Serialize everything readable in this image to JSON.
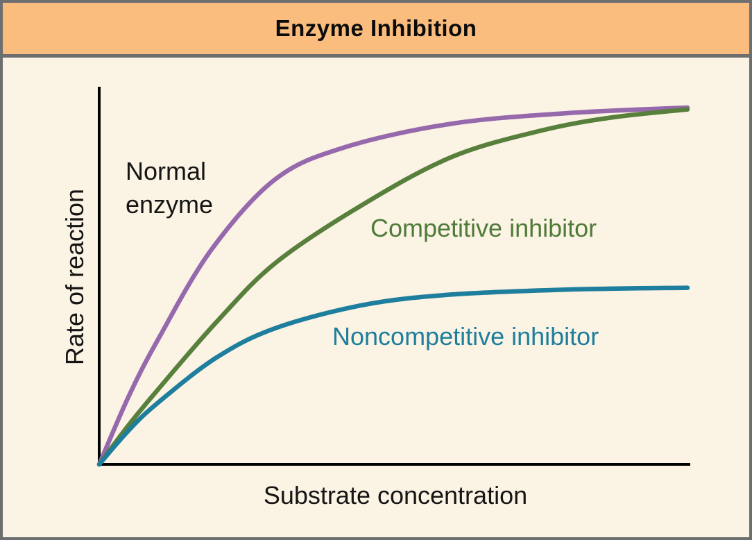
{
  "title": "Enzyme Inhibition",
  "colors": {
    "title_bar_background": "#FABD7D",
    "panel_background": "#FBF3E3",
    "frame_border": "#6D6E70",
    "axis": "#000000",
    "normal_enzyme_curve": "#9668AC",
    "competitive_curve": "#587F3C",
    "competitive_label": "#4F7B38",
    "noncompetitive_curve": "#1E7E9D",
    "noncompetitive_label": "#1E7E9D",
    "text": "#151515"
  },
  "labels": {
    "normal": "Normal enzyme",
    "competitive": "Competitive inhibitor",
    "noncompetitive": "Noncompetitive inhibitor",
    "xlabel": "Substrate concentration",
    "ylabel": "Rate of reaction"
  },
  "chart_data": {
    "type": "line",
    "title": "Enzyme Inhibition",
    "xlabel": "Substrate concentration",
    "ylabel": "Rate of reaction",
    "axis_ticks": "none (qualitative axes, no numeric scale shown)",
    "x_range_normalized": [
      0,
      1
    ],
    "y_range_normalized": [
      0,
      1
    ],
    "legend_position": "labels beside curves",
    "grid": false,
    "series": [
      {
        "name": "Normal enzyme",
        "color": "#9668AC",
        "label_color": "#151515",
        "plateau_fraction_of_vmax": 1.0,
        "points": [
          [
            0,
            0
          ],
          [
            0.05,
            0.19
          ],
          [
            0.1,
            0.35
          ],
          [
            0.19,
            0.6
          ],
          [
            0.3,
            0.8
          ],
          [
            0.42,
            0.89
          ],
          [
            0.6,
            0.955
          ],
          [
            0.8,
            0.985
          ],
          [
            1.0,
            1.0
          ]
        ]
      },
      {
        "name": "Competitive inhibitor",
        "color": "#587F3C",
        "label_color": "#4F7B38",
        "plateau_fraction_of_vmax": 0.995,
        "points": [
          [
            0,
            0
          ],
          [
            0.05,
            0.11
          ],
          [
            0.1,
            0.21
          ],
          [
            0.2,
            0.4
          ],
          [
            0.3,
            0.565
          ],
          [
            0.45,
            0.73
          ],
          [
            0.6,
            0.862
          ],
          [
            0.75,
            0.935
          ],
          [
            0.87,
            0.972
          ],
          [
            1.0,
            0.995
          ]
        ]
      },
      {
        "name": "Noncompetitive inhibitor",
        "color": "#1E7E9D",
        "label_color": "#1E7E9D",
        "plateau_fraction_of_vmax": 0.495,
        "points": [
          [
            0,
            0
          ],
          [
            0.05,
            0.095
          ],
          [
            0.1,
            0.173
          ],
          [
            0.2,
            0.3
          ],
          [
            0.3,
            0.382
          ],
          [
            0.45,
            0.447
          ],
          [
            0.6,
            0.476
          ],
          [
            0.8,
            0.49
          ],
          [
            1.0,
            0.495
          ]
        ]
      }
    ],
    "notes": "y values are fractions of the uninhibited (normal enzyme) maximum reaction rate"
  }
}
